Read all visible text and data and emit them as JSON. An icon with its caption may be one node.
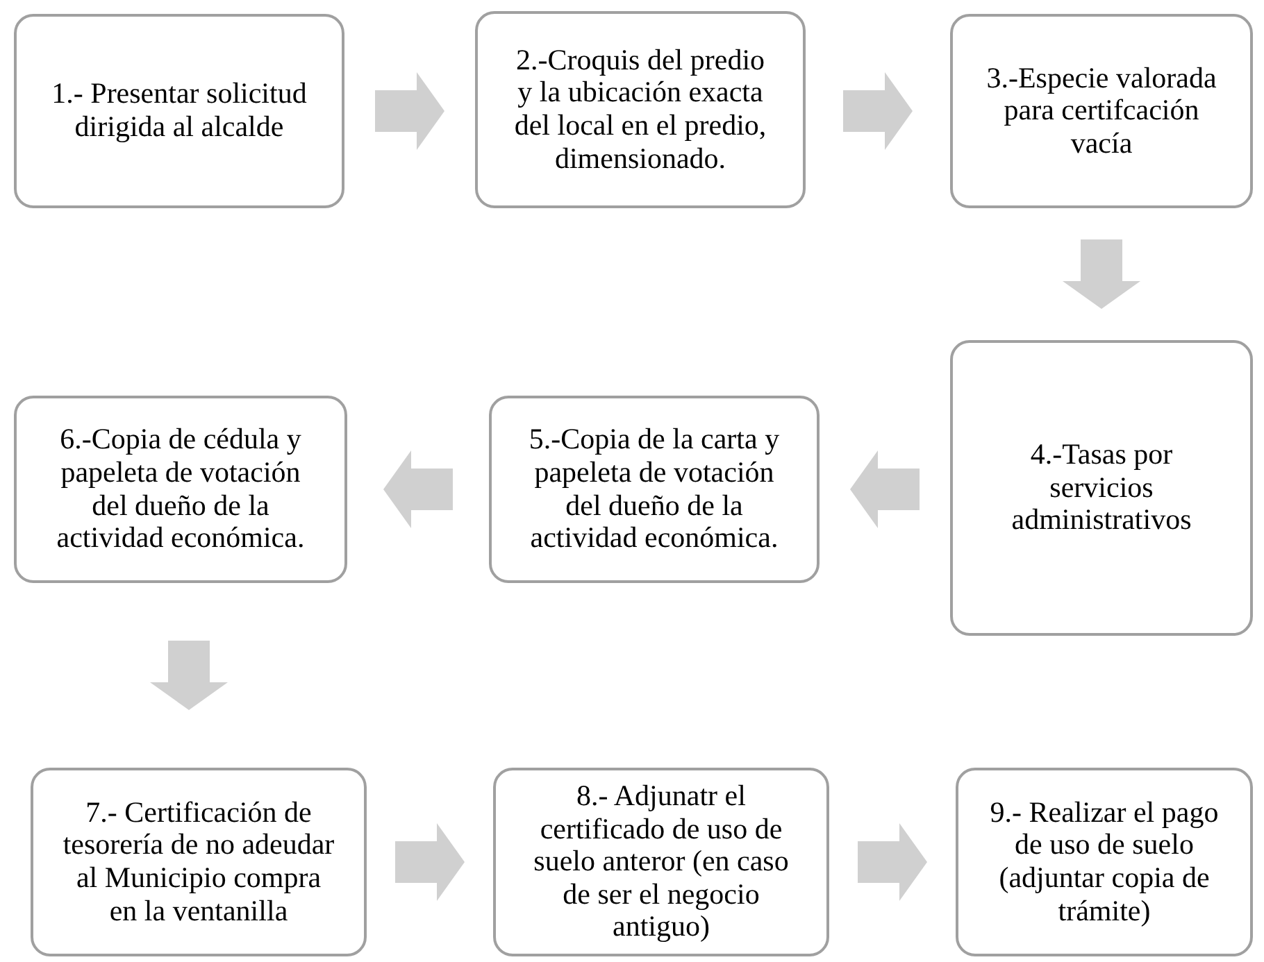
{
  "diagram": {
    "nodes": [
      {
        "text": [
          "1.- Presentar solicitud dirigida al alcalde"
        ]
      },
      {
        "text": [
          "2.-Croquis del predio y la ubicación exacta del local en el predio, dimensionado."
        ]
      },
      {
        "text": [
          "3.-Especie valorada para certifcación vacía"
        ]
      },
      {
        "text": [
          "4.-Tasas por servicios administrativos"
        ]
      },
      {
        "text": [
          "5.-Copia de la carta y papeleta de votación del dueño de la actividad económica."
        ]
      },
      {
        "text": [
          "6.-Copia de cédula y papeleta de votación del dueño de la actividad económica."
        ]
      },
      {
        "text": [
          "7.- Certificación de tesorería de no adeudar al Municipio compra en la ventanilla"
        ]
      },
      {
        "text": [
          "8.- Adjunatr el certificado de uso de suelo anteror (en caso de ser el negocio antiguo)"
        ]
      },
      {
        "text": [
          "9.- Realizar el pago de uso de suelo (adjuntar copia de trámite)"
        ]
      }
    ],
    "edges": [
      {
        "from": 0,
        "to": 1,
        "arrow": "to"
      },
      {
        "from": 1,
        "to": 2,
        "arrow": "to"
      },
      {
        "from": 2,
        "to": 3,
        "arrow": "to"
      },
      {
        "from": 3,
        "to": 4,
        "arrow": "to"
      },
      {
        "from": 4,
        "to": 5,
        "arrow": "to"
      },
      {
        "from": 5,
        "to": 6,
        "arrow": "to"
      },
      {
        "from": 6,
        "to": 7,
        "arrow": "to"
      },
      {
        "from": 7,
        "to": 8,
        "arrow": "to"
      }
    ]
  }
}
